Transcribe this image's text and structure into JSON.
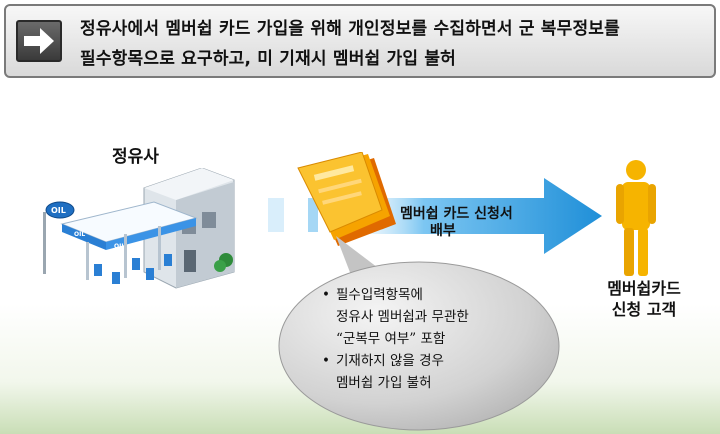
{
  "header": {
    "title_lines": [
      "정유사에서 멤버쉽 카드 가입을 위해 개인정보를 수집하면서 군 복무정보를",
      "필수항목으로 요구하고, 미 기재시 멤버쉽 가입 불허"
    ],
    "icon": "arrow-right-icon"
  },
  "station": {
    "label": "정유사",
    "sign": "OIL",
    "canopy_brand": "OIL"
  },
  "flow": {
    "arrow_label_lines": [
      "멤버쉽 카드 신청서",
      "배부"
    ]
  },
  "customer": {
    "label_lines": [
      "멤버쉽카드",
      "신청 고객"
    ]
  },
  "bubble": {
    "items": [
      {
        "lines": [
          "필수입력항목에",
          "정유사 멤버쉽과 무관한",
          "“군복무 여부” 포함"
        ]
      },
      {
        "lines": [
          "기재하지 않을 경우",
          "멤버쉽 가입 불허"
        ]
      }
    ]
  },
  "colors": {
    "arrow": "#2f9fe0",
    "customer": "#f6b400",
    "form": "#f7a800",
    "bubble": "#c8c8c8"
  }
}
